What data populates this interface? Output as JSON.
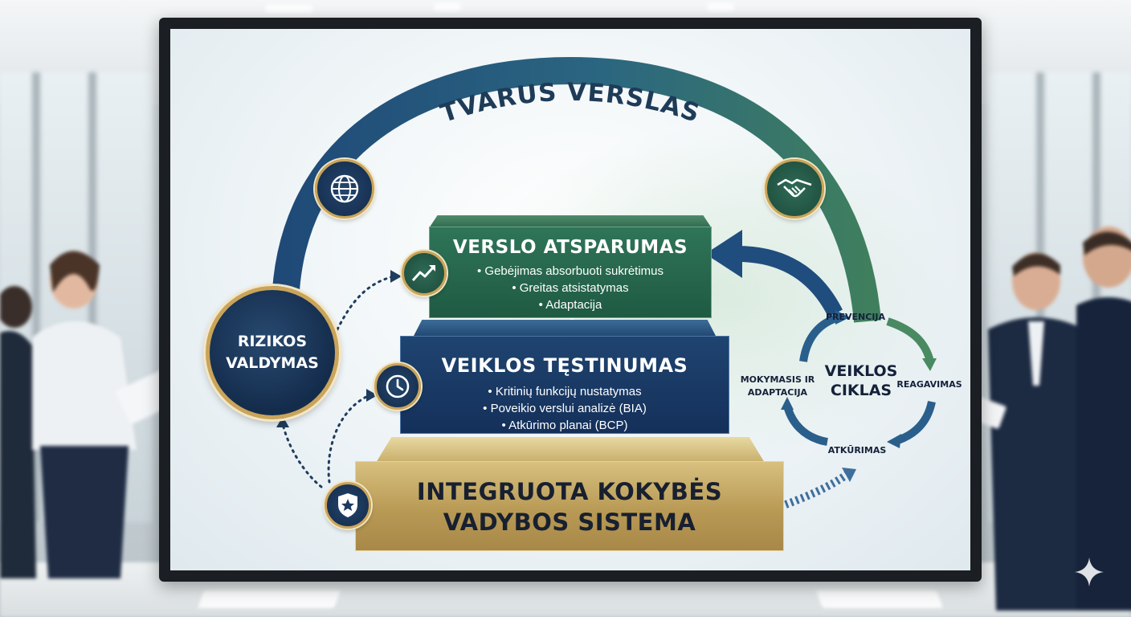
{
  "diagram": {
    "arc_title": "TVARUS VERSLAS",
    "risk_circle": {
      "label": "RIZIKOS\nVALDYMAS"
    },
    "top_block": {
      "title": "VERSLO ATSPARUMAS",
      "items": [
        "Gebėjimas absorbuoti sukrėtimus",
        "Greitas atsistatymas",
        "Adaptacija"
      ]
    },
    "middle_block": {
      "title": "VEIKLOS TĘSTINUMAS",
      "items": [
        "Kritinių funkcijų nustatymas",
        "Poveikio verslui analizė (BIA)",
        "Atkūrimo planai (BCP)"
      ]
    },
    "bottom_block": {
      "title_line1": "INTEGRUOTA KOKYBĖS",
      "title_line2": "VADYBOS SISTEMA"
    },
    "cycle": {
      "center": "VEIKLOS\nCIKLAS",
      "steps": [
        "PREVENCIJA",
        "REAGAVIMAS",
        "ATKŪRIMAS",
        "MOKYMASIS IR\nADAPTACIJA"
      ]
    },
    "icons": [
      "globe-icon",
      "handshake-icon",
      "growth-chart-icon",
      "clock-icon",
      "shield-star-icon",
      "sparkle-icon"
    ],
    "colors": {
      "navy": "#1f4470",
      "green": "#2f7558",
      "gold": "#c9a45a",
      "gold_block": "#d8c07f",
      "text_dark": "#14213a"
    }
  }
}
